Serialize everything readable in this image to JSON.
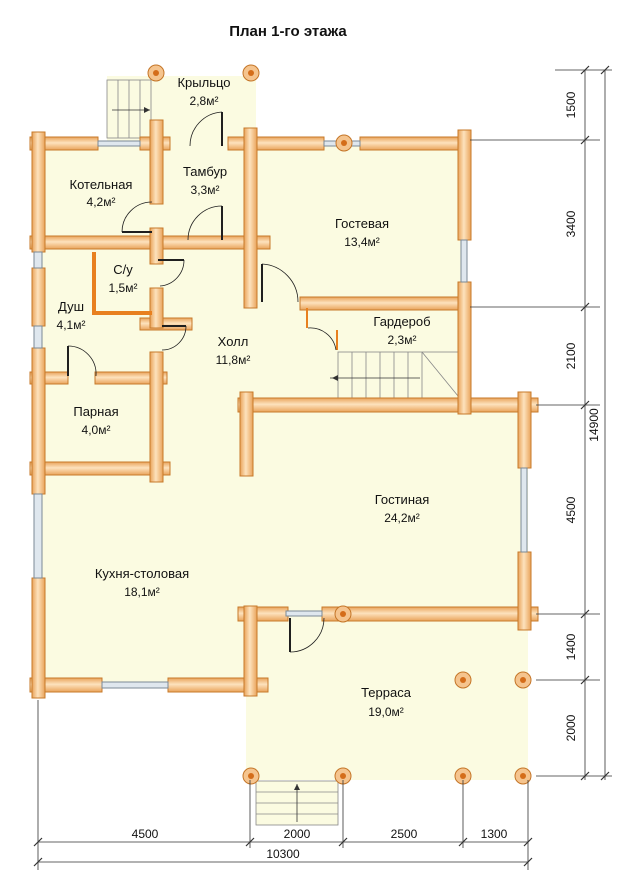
{
  "title": "План 1-го этажа",
  "rooms": [
    {
      "key": "porch",
      "name": "Крыльцо",
      "area": "2,8м²"
    },
    {
      "key": "vestibule",
      "name": "Тамбур",
      "area": "3,3м²"
    },
    {
      "key": "boiler",
      "name": "Котельная",
      "area": "4,2м²"
    },
    {
      "key": "guest",
      "name": "Гостевая",
      "area": "13,4м²"
    },
    {
      "key": "wc",
      "name": "С/у",
      "area": "1,5м²"
    },
    {
      "key": "shower",
      "name": "Душ",
      "area": "4,1м²"
    },
    {
      "key": "hall",
      "name": "Холл",
      "area": "11,8м²"
    },
    {
      "key": "wardrobe",
      "name": "Гардероб",
      "area": "2,3м²"
    },
    {
      "key": "steam",
      "name": "Парная",
      "area": "4,0м²"
    },
    {
      "key": "living",
      "name": "Гостиная",
      "area": "24,2м²"
    },
    {
      "key": "kitchen",
      "name": "Кухня-столовая",
      "area": "18,1м²"
    },
    {
      "key": "terrace",
      "name": "Терраса",
      "area": "19,0м²"
    }
  ],
  "dimensions": {
    "right": [
      "1500",
      "3400",
      "2100",
      "4500",
      "1400",
      "2000"
    ],
    "right_total": "14900",
    "bottom": [
      "4500",
      "2000",
      "2500",
      "1300"
    ],
    "bottom_total": "10300"
  }
}
